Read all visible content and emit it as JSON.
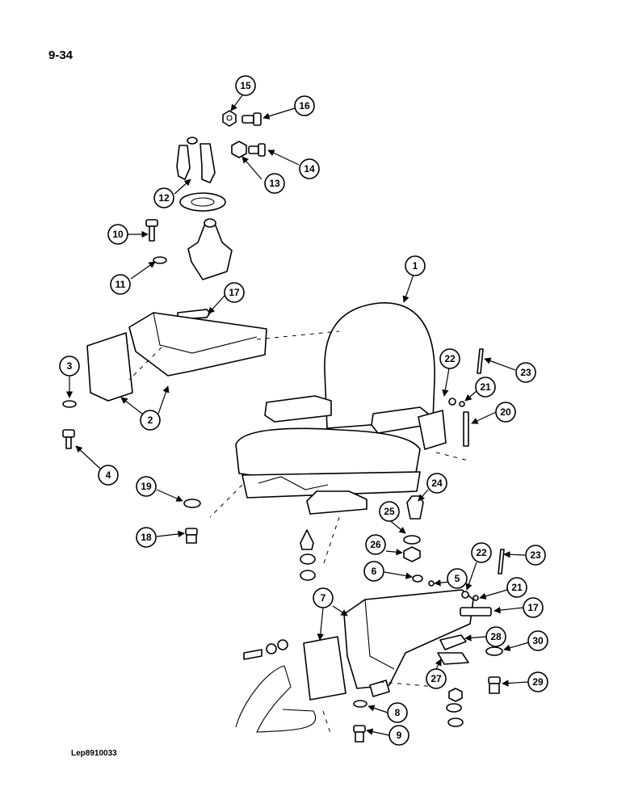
{
  "page_label": "9-34",
  "reference_code": "Lep8910033",
  "callouts": [
    "15",
    "16",
    "13",
    "14",
    "12",
    "10",
    "11",
    "17",
    "1",
    "3",
    "2",
    "4",
    "22",
    "23",
    "21",
    "20",
    "19",
    "24",
    "25",
    "18",
    "26",
    "22",
    "23",
    "6",
    "5",
    "21",
    "7",
    "17",
    "28",
    "30",
    "27",
    "29",
    "8",
    "9"
  ]
}
